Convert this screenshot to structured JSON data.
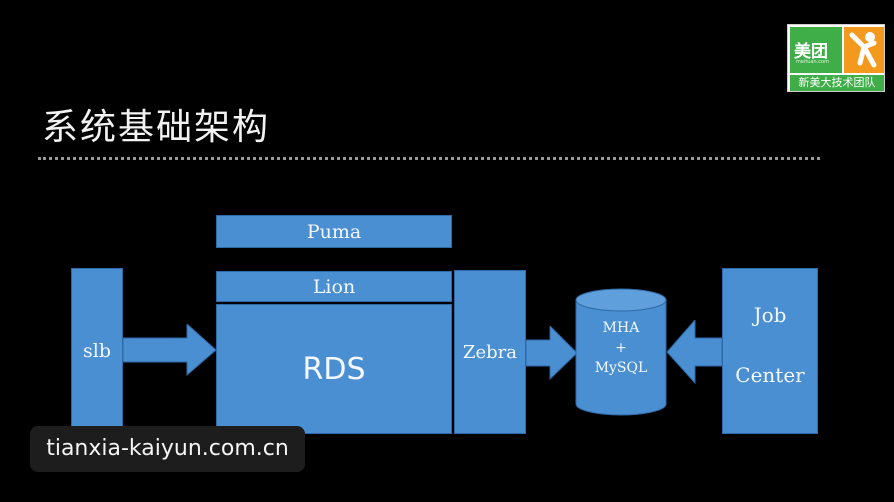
{
  "slide": {
    "title": "系统基础架构"
  },
  "logo": {
    "brand": "美团",
    "small_text": "meituan.com",
    "team": "新美大技术团队"
  },
  "diagram": {
    "nodes": {
      "puma": "Puma",
      "lion": "Lion",
      "rds": "RDS",
      "slb": "slb",
      "zebra": "Zebra",
      "db_line1": "MHA",
      "db_line2": "+",
      "db_line3": "MySQL",
      "job_line1": "Job",
      "job_line2": "Center"
    },
    "colors": {
      "box_fill": "#4a8fd2",
      "box_border": "#2f6aa8",
      "background": "#000000"
    }
  },
  "watermark": {
    "text": "tianxia-kaiyun.com.cn"
  }
}
